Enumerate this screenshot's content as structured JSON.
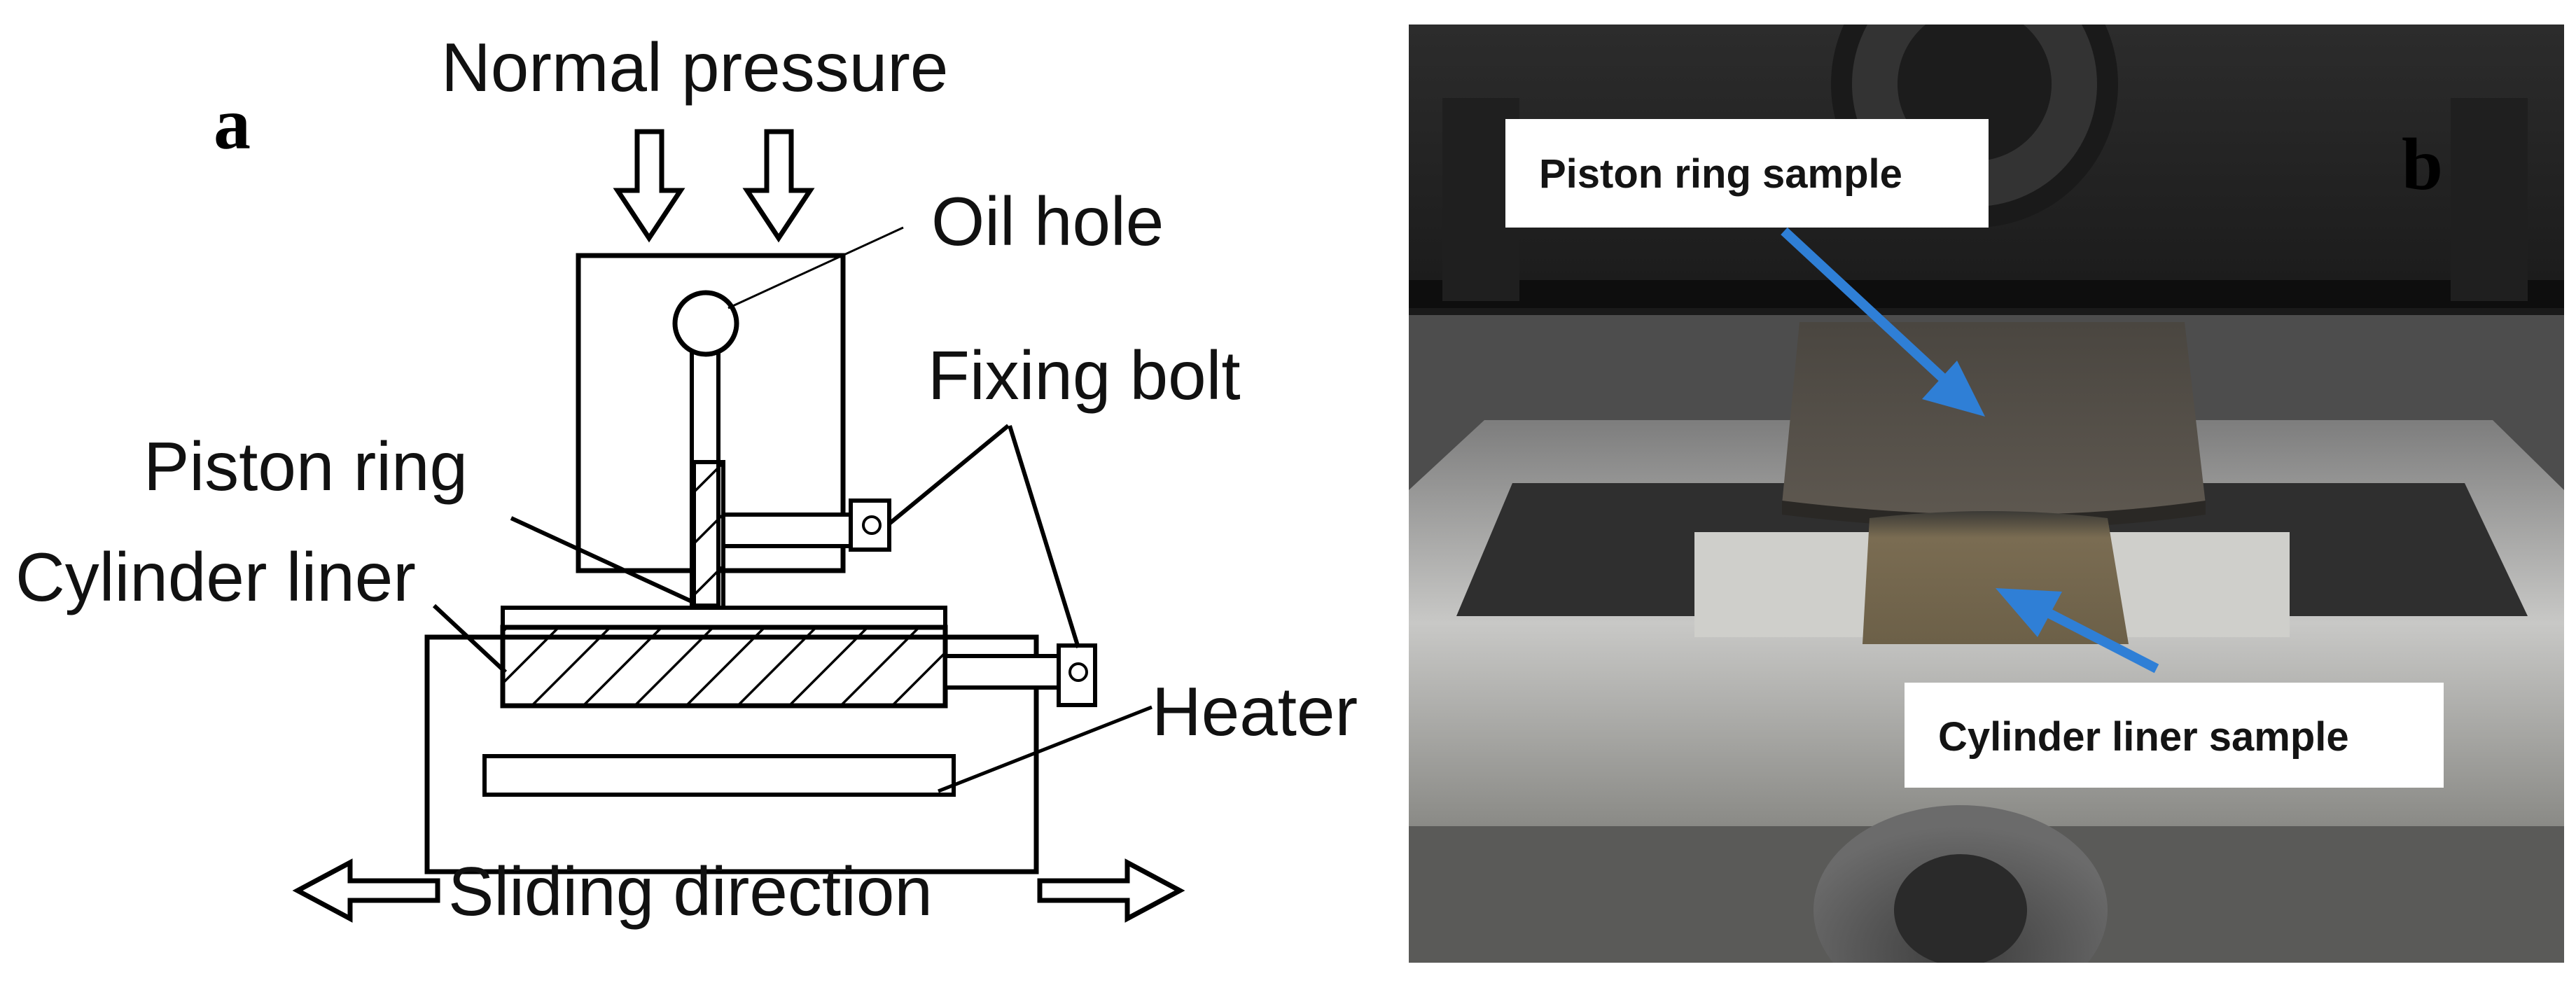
{
  "panel_a": {
    "panel_letter": "a",
    "labels": {
      "normal_pressure": "Normal pressure",
      "oil_hole": "Oil hole",
      "fixing_bolt": "Fixing bolt",
      "piston_ring": "Piston ring",
      "cylinder_liner": "Cylinder liner",
      "heater": "Heater",
      "sliding_direction": "Sliding direction"
    }
  },
  "panel_b": {
    "panel_letter": "b",
    "labels": {
      "piston_ring_sample": "Piston ring sample",
      "cylinder_liner_sample": "Cylinder liner sample"
    },
    "colors": {
      "arrow": "#2f7fd6",
      "label_box": "#ffffff"
    }
  }
}
